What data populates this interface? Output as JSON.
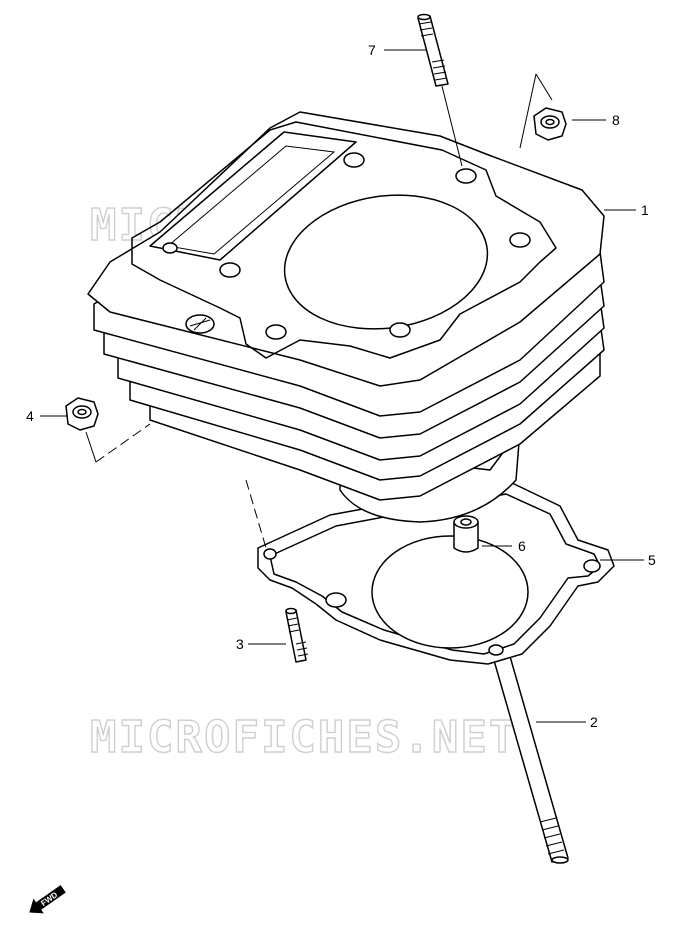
{
  "watermark": {
    "text": "MICROFICHES.NET"
  },
  "callouts": [
    "1",
    "2",
    "3",
    "4",
    "5",
    "6",
    "7",
    "8"
  ],
  "fwd_badge": {
    "text": "FWD"
  }
}
